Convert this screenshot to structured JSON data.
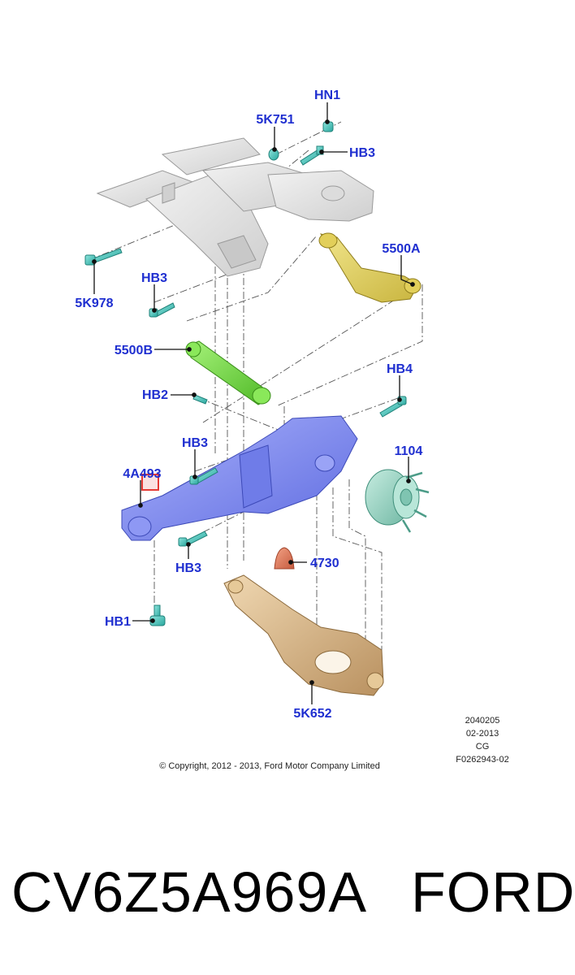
{
  "diagram": {
    "callouts": {
      "hn1": "HN1",
      "k751": "5K751",
      "hb3_top": "HB3",
      "a5500": "5500A",
      "k978": "5K978",
      "hb3_left": "HB3",
      "b5500": "5500B",
      "hb2": "HB2",
      "hb4": "HB4",
      "hb3_mid": "HB3",
      "p1104": "1104",
      "a4493": "4A493",
      "p4730": "4730",
      "hb3_low": "HB3",
      "hb1": "HB1",
      "k652": "5K652"
    },
    "info": {
      "line1": "2040205",
      "line2": "02-2013",
      "line3": "CG",
      "line4": "F0262943-02"
    },
    "copyright": "© Copyright, 2012 - 2013, Ford Motor Company Limited",
    "colors": {
      "callout": "#1f2fd0",
      "subframe": "#e4e4e4",
      "upper_arm": "#e6d766",
      "toe_link": "#7ee646",
      "knuckle": "#7f8cf2",
      "hub": "#9fd6c6",
      "bumper": "#e07a5e",
      "lower_arm": "#d9b88a",
      "bolt": "#4fc9c0",
      "highlight": "#e53935"
    }
  },
  "product": {
    "part_number": "CV6Z5A969A",
    "brand": "FORD"
  }
}
